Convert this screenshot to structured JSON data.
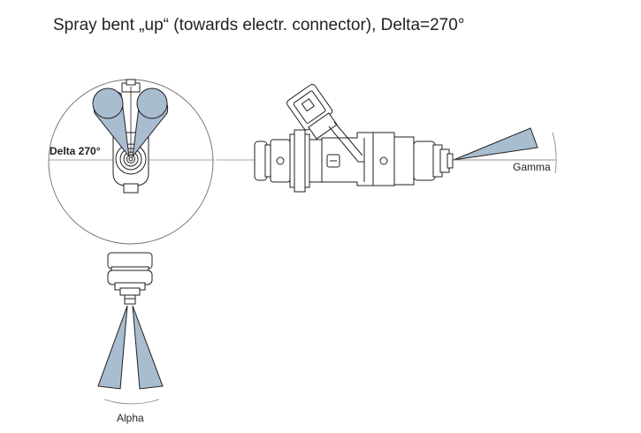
{
  "title": "Spray bent „up“ (towards electr. connector), Delta=270°",
  "labels": {
    "delta": "Delta 270°",
    "gamma": "Gamma",
    "alpha": "Alpha"
  },
  "colors": {
    "spray_fill": "#a8bdd0",
    "outline": "#231f20",
    "guide": "#8a8a8a"
  }
}
